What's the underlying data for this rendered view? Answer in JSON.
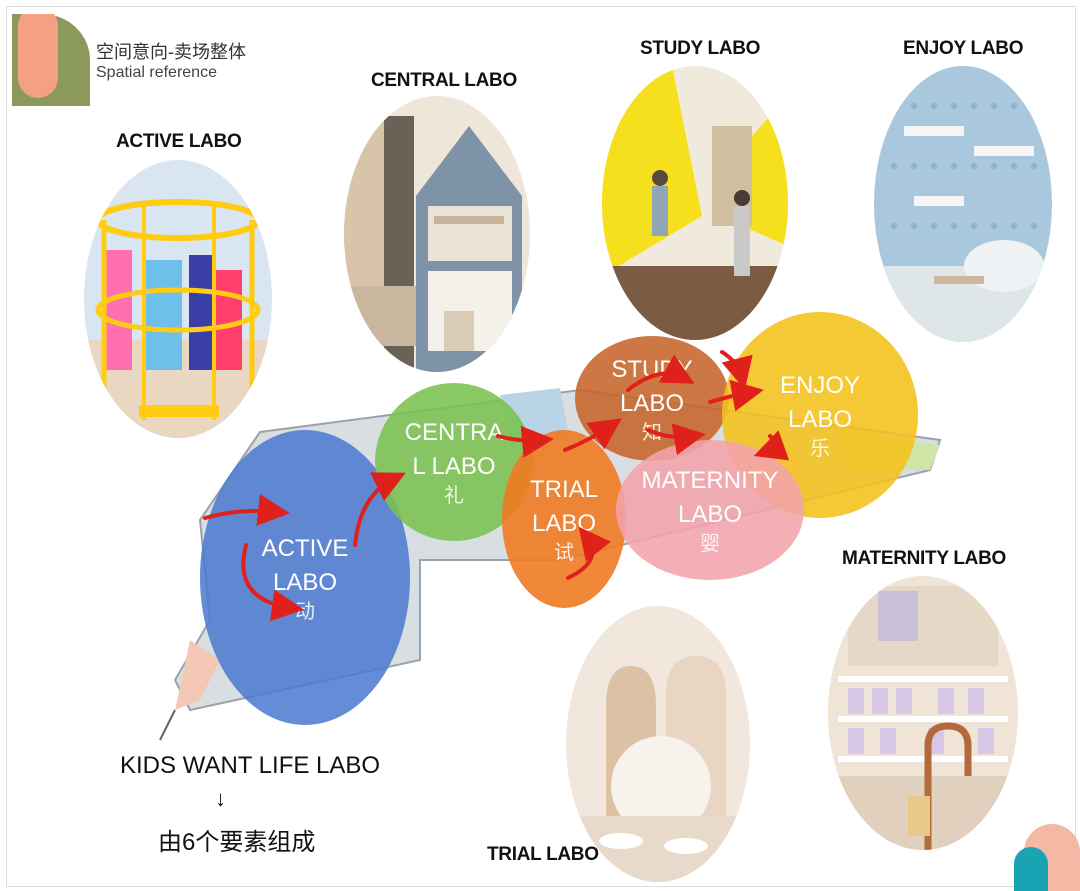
{
  "header": {
    "title_cn": "空间意向-卖场整体",
    "title_en": "Spatial reference"
  },
  "photo_labels": {
    "active": "ACTIVE LABO",
    "central": "CENTRAL LABO",
    "study": "STUDY LABO",
    "enjoy": "ENJOY LABO",
    "maternity": "MATERNITY LABO",
    "trial": "TRIAL LABO"
  },
  "zones": {
    "active": {
      "line1": "ACTIVE",
      "line2": "LABO",
      "cn": "动",
      "color": "#4a78cf"
    },
    "central": {
      "line1": "CENTRA",
      "line2": "L LABO",
      "cn": "礼",
      "color": "#7ac24f"
    },
    "trial": {
      "line1": "TRIAL",
      "line2": "LABO",
      "cn": "试",
      "color": "#f07a22"
    },
    "study": {
      "line1": "STUDY",
      "line2": "LABO",
      "cn": "知",
      "color": "#c6642a"
    },
    "enjoy": {
      "line1": "ENJOY",
      "line2": "LABO",
      "cn": "乐",
      "color": "#f4c21a"
    },
    "maternity": {
      "line1": "MATERNITY",
      "line2": "LABO",
      "cn": "婴",
      "color": "#f3a3ab"
    }
  },
  "footer": {
    "title": "KIDS WANT LIFE LABO",
    "arrow": "↓",
    "subtitle": "由6个要素组成"
  },
  "colors": {
    "accent_salmon": "#f4a083",
    "accent_olive": "#8b9a5b",
    "accent_teal": "#1aa3b3",
    "flow_arrow": "#e0201a"
  }
}
